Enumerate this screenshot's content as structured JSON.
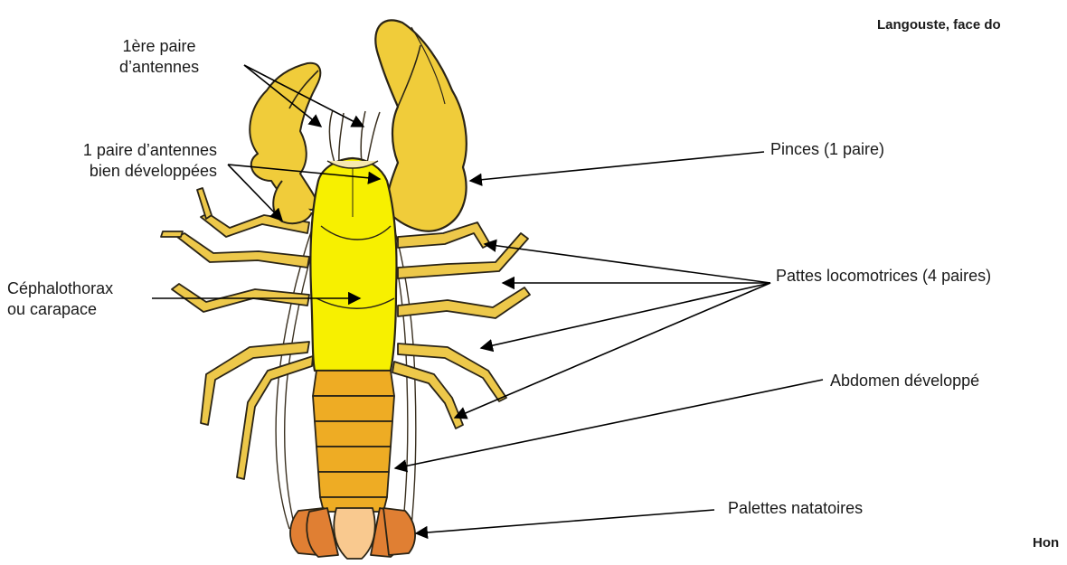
{
  "title": "Langouste, face do",
  "footer_text": "Hon",
  "labels": {
    "antennae_pair_1": [
      "1ère paire",
      "d’antennes"
    ],
    "antennae_developed": [
      "1 paire d’antennes",
      "bien développées"
    ],
    "cephalothorax": [
      "Céphalothorax",
      "ou carapace"
    ],
    "pincers": "Pinces (1 paire)",
    "walking_legs": "Pattes locomotrices (4 paires)",
    "abdomen": "Abdomen développé",
    "swim_paddles": "Palettes natatoires"
  },
  "colors": {
    "carapace": "#f7f000",
    "claws": "#f0cc3a",
    "legs": "#edc84a",
    "abdomen": "#eeac24",
    "tail_fan": "#e07f33",
    "telson": "#f9c98f",
    "outline": "#2a2416",
    "pointer": "#000000"
  }
}
